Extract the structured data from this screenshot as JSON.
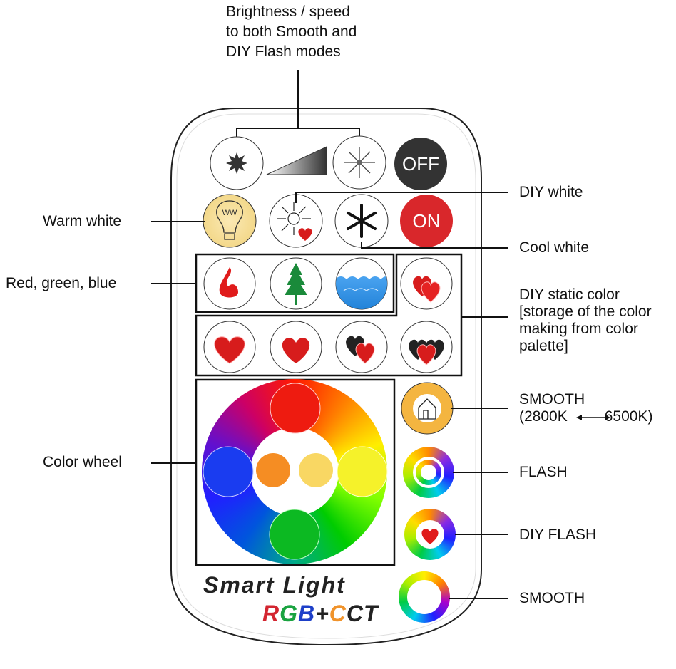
{
  "annotations": {
    "brightness_speed": [
      "Brightness / speed",
      "to both Smooth and",
      "DIY Flash modes"
    ],
    "warm_white": "Warm white",
    "rgb": "Red, green, blue",
    "color_wheel": "Color wheel",
    "diy_white": "DIY white",
    "cool_white": "Cool white",
    "diy_static": [
      "DIY static color",
      "[storage of the color",
      "making from color",
      "palette]"
    ],
    "smooth_cct": [
      "SMOOTH",
      "(2800K",
      "6500K)"
    ],
    "flash": "FLASH",
    "diy_flash": "DIY FLASH",
    "smooth": "SMOOTH"
  },
  "remote": {
    "off_label": "OFF",
    "on_label": "ON",
    "ww_label": "WW",
    "brand_line1": "Smart Light",
    "brand_rgb": [
      "R",
      "G",
      "B"
    ],
    "brand_plus": "+",
    "brand_cct": [
      "C",
      "C",
      "T"
    ]
  },
  "colors": {
    "on": "#d9272b",
    "off": "#333333",
    "warm": "#f7dc90",
    "red": "#e01b1b",
    "green": "#1a8a3a",
    "blue": "#2a8ee0"
  }
}
